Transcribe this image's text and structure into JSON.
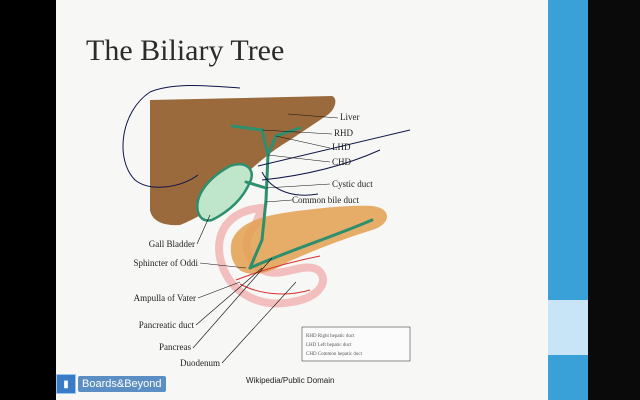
{
  "slide": {
    "title": "The Biliary Tree",
    "credit": "Wikipedia/Public Domain",
    "logo": "Boards&Beyond"
  },
  "diagram": {
    "labels": [
      "Liver",
      "RHD",
      "LHD",
      "CHD",
      "Cystic duct",
      "Common bile duct",
      "Gall Bladder",
      "Sphincter of Oddi",
      "Ampulla of Vater",
      "Pancreatic duct",
      "Pancreas",
      "Duodenum"
    ],
    "legend": [
      "RHD  Right hepatic duct",
      "LHD  Left hepatic duct",
      "CHD  Common hepatic duct"
    ]
  },
  "colors": {
    "liver": "#9a6a3c",
    "duct": "#2e8f6e",
    "pancreas": "#e3a050",
    "duodenum": "#f1b8b8",
    "annotation_ink": "#10164a",
    "annotation_red": "#d93030",
    "accent_bar": "#3aa0d8"
  }
}
